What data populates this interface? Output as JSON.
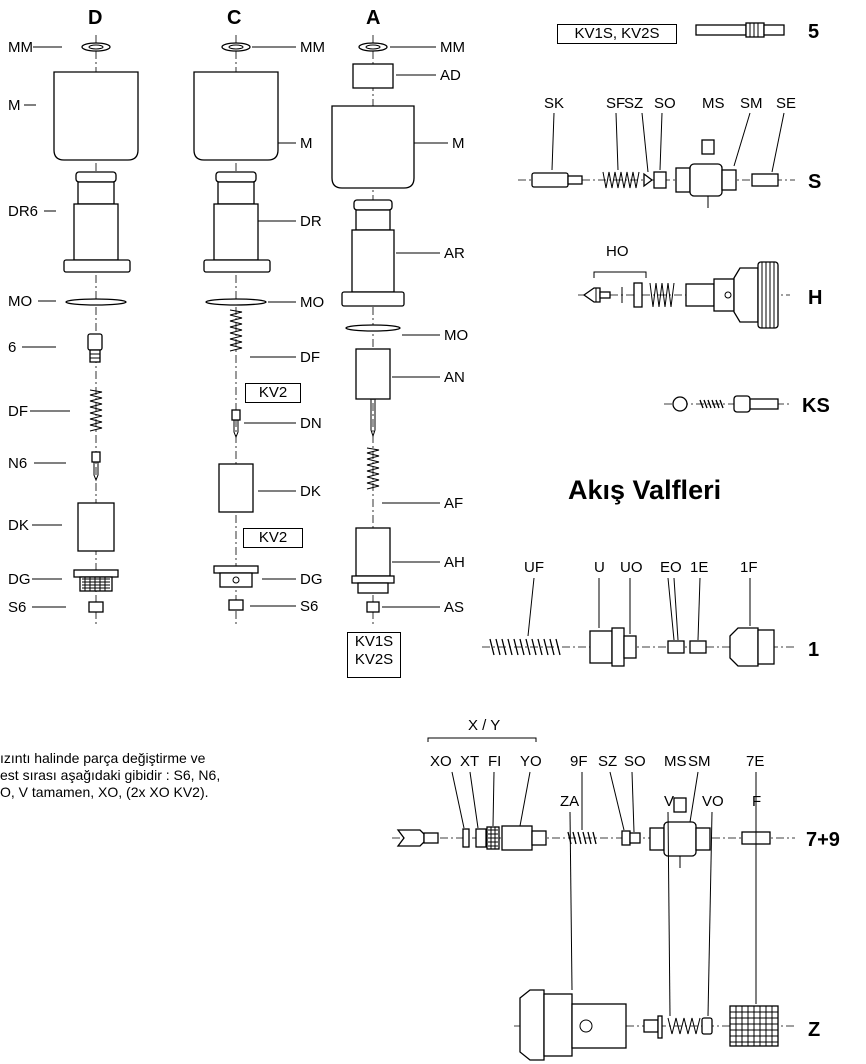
{
  "columns": {
    "d": "D",
    "c": "C",
    "a": "A"
  },
  "labels": {
    "d": [
      "MM",
      "M",
      "DR6",
      "MO",
      "6",
      "DF",
      "N6",
      "DK",
      "DG",
      "S6"
    ],
    "c": [
      "MM",
      "M",
      "DR",
      "MO",
      "DF",
      "DN",
      "DK",
      "DG",
      "S6"
    ],
    "a": [
      "MM",
      "AD",
      "M",
      "AR",
      "MO",
      "AN",
      "AF",
      "AH",
      "AS"
    ],
    "s": [
      "SK",
      "SF",
      "SZ",
      "SO",
      "MS",
      "SM",
      "SE"
    ],
    "h": [
      "HO"
    ],
    "one": [
      "UF",
      "U",
      "UO",
      "EO",
      "1E",
      "1F"
    ],
    "seven": [
      "X / Y",
      "XO",
      "XT",
      "FI",
      "YO",
      "9F",
      "SZ",
      "SO",
      "MS",
      "SM",
      "7E"
    ],
    "z": [
      "ZA",
      "V",
      "VO",
      "F"
    ]
  },
  "boxes": {
    "kv_top": "KV1S, KV2S",
    "kv2_a": "KV2",
    "kv2_b": "KV2",
    "kv1s": "KV1S",
    "kv2s": "KV2S"
  },
  "markers": {
    "five": "5",
    "s": "S",
    "h": "H",
    "ks": "KS",
    "one": "1",
    "seven_nine": "7+9",
    "z": "Z"
  },
  "title": "Akış Valfleri",
  "note": [
    "ızıntı halinde parça değiştirme ve",
    "est sırası aşağıdaki gibidir : S6, N6,",
    "O, V tamamen, XO, (2x XO KV2)."
  ]
}
